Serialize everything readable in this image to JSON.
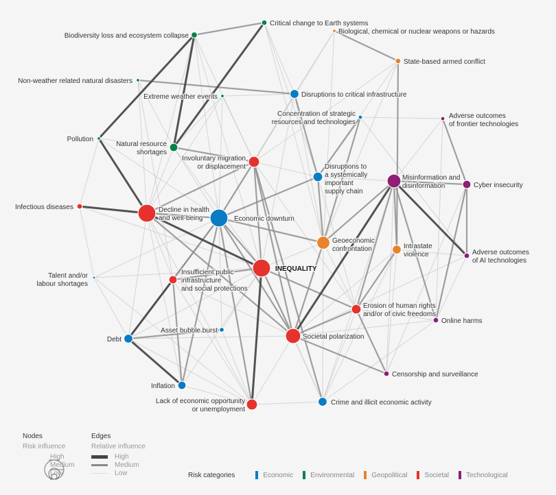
{
  "colors": {
    "Economic": "#0a7cc4",
    "Environmental": "#00844a",
    "Geopolitical": "#e8832a",
    "Societal": "#e5322d",
    "Technological": "#8e1f74"
  },
  "nodes": [
    {
      "id": 1,
      "label": [
        "Critical change to Earth systems"
      ],
      "category": "Environmental",
      "influence": "low"
    },
    {
      "id": 2,
      "label": [
        "Biological, chemical or nuclear weapons or hazards"
      ],
      "category": "Geopolitical",
      "influence": "low"
    },
    {
      "id": 3,
      "label": [
        "Biodiversity loss and ecosystem collapse"
      ],
      "category": "Environmental",
      "influence": "low"
    },
    {
      "id": 4,
      "label": [
        "State-based armed conflict"
      ],
      "category": "Geopolitical",
      "influence": "low"
    },
    {
      "id": 5,
      "label": [
        "Non-weather related natural disasters"
      ],
      "category": "Environmental",
      "influence": "low"
    },
    {
      "id": 6,
      "label": [
        "Extreme weather events"
      ],
      "category": "Environmental",
      "influence": "low"
    },
    {
      "id": 7,
      "label": [
        "Disruptions to critical infrastructure"
      ],
      "category": "Economic",
      "influence": "medium"
    },
    {
      "id": 8,
      "label": [
        "Concentration of strategic",
        "resources and technologies"
      ],
      "category": "Economic",
      "influence": "low"
    },
    {
      "id": 9,
      "label": [
        "Adverse outcomes",
        "of frontier technologies"
      ],
      "category": "Technological",
      "influence": "low"
    },
    {
      "id": 10,
      "label": [
        "Pollution"
      ],
      "category": "Environmental",
      "influence": "low"
    },
    {
      "id": 11,
      "label": [
        "Natural resource",
        "shortages"
      ],
      "category": "Environmental",
      "influence": "medium"
    },
    {
      "id": 12,
      "label": [
        "Involuntary migration",
        "or displacement"
      ],
      "category": "Societal",
      "influence": "medium"
    },
    {
      "id": 13,
      "label": [
        "Disruptions to",
        "a systemically",
        "important",
        "supply chain"
      ],
      "category": "Economic",
      "influence": "medium"
    },
    {
      "id": 14,
      "label": [
        "Misinformation and",
        "disinformation"
      ],
      "category": "Technological",
      "influence": "high"
    },
    {
      "id": 15,
      "label": [
        "Cyber insecurity"
      ],
      "category": "Technological",
      "influence": "medium"
    },
    {
      "id": 16,
      "label": [
        "Infectious diseases"
      ],
      "category": "Societal",
      "influence": "low"
    },
    {
      "id": 17,
      "label": [
        "Decline in health",
        "and well-being"
      ],
      "category": "Societal",
      "influence": "high"
    },
    {
      "id": 18,
      "label": [
        "Economic downturn"
      ],
      "category": "Economic",
      "influence": "high"
    },
    {
      "id": 19,
      "label": [
        "Geoeconomic",
        "confrontation"
      ],
      "category": "Geopolitical",
      "influence": "high"
    },
    {
      "id": 20,
      "label": [
        "Intrastate",
        "violence"
      ],
      "category": "Geopolitical",
      "influence": "medium"
    },
    {
      "id": 21,
      "label": [
        "Adverse outcomes",
        "of AI technologies"
      ],
      "category": "Technological",
      "influence": "low"
    },
    {
      "id": 22,
      "label": [
        "INEQUALITY"
      ],
      "category": "Societal",
      "influence": "high"
    },
    {
      "id": 23,
      "label": [
        "Talent and/or",
        "labour shortages"
      ],
      "category": "Economic",
      "influence": "low"
    },
    {
      "id": 24,
      "label": [
        "Insufficient public",
        "infrastructure",
        "and social protections"
      ],
      "category": "Societal",
      "influence": "medium"
    },
    {
      "id": 25,
      "label": [
        "Erosion of human rights",
        "and/or of civic freedoms"
      ],
      "category": "Societal",
      "influence": "medium"
    },
    {
      "id": 26,
      "label": [
        "Online harms"
      ],
      "category": "Technological",
      "influence": "low"
    },
    {
      "id": 27,
      "label": [
        "Asset bubble burst"
      ],
      "category": "Economic",
      "influence": "low"
    },
    {
      "id": 28,
      "label": [
        "Debt"
      ],
      "category": "Economic",
      "influence": "medium"
    },
    {
      "id": 29,
      "label": [
        "Societal polarization"
      ],
      "category": "Societal",
      "influence": "high"
    },
    {
      "id": 30,
      "label": [
        "Censorship and surveillance"
      ],
      "category": "Technological",
      "influence": "low"
    },
    {
      "id": 31,
      "label": [
        "Inflation"
      ],
      "category": "Economic",
      "influence": "medium"
    },
    {
      "id": 32,
      "label": [
        "Lack of economic opportunity",
        "or unemployment"
      ],
      "category": "Societal",
      "influence": "medium"
    },
    {
      "id": 33,
      "label": [
        "Crime and illicit economic activity"
      ],
      "category": "Economic",
      "influence": "medium"
    }
  ],
  "edges": [
    [
      16,
      17,
      3
    ],
    [
      10,
      17,
      3
    ],
    [
      3,
      10,
      3
    ],
    [
      3,
      11,
      3
    ],
    [
      1,
      11,
      3
    ],
    [
      1,
      3,
      2
    ],
    [
      14,
      15,
      2
    ],
    [
      14,
      21,
      3
    ],
    [
      14,
      29,
      3
    ],
    [
      28,
      31,
      3
    ],
    [
      28,
      24,
      3
    ],
    [
      22,
      32,
      3
    ],
    [
      17,
      22,
      3
    ],
    [
      18,
      22,
      2
    ],
    [
      2,
      4,
      2
    ],
    [
      15,
      21,
      2
    ],
    [
      15,
      26,
      2
    ],
    [
      17,
      18,
      2
    ],
    [
      17,
      29,
      2
    ],
    [
      18,
      29,
      2
    ],
    [
      18,
      32,
      2
    ],
    [
      18,
      28,
      2
    ],
    [
      18,
      31,
      2
    ],
    [
      18,
      24,
      2
    ],
    [
      18,
      12,
      2
    ],
    [
      18,
      19,
      2
    ],
    [
      18,
      13,
      2
    ],
    [
      12,
      22,
      2
    ],
    [
      12,
      29,
      2
    ],
    [
      12,
      17,
      2
    ],
    [
      12,
      33,
      2
    ],
    [
      11,
      12,
      2
    ],
    [
      11,
      17,
      1
    ],
    [
      3,
      17,
      1
    ],
    [
      14,
      20,
      2
    ],
    [
      14,
      25,
      2
    ],
    [
      14,
      19,
      2
    ],
    [
      14,
      30,
      1
    ],
    [
      14,
      26,
      2
    ],
    [
      14,
      33,
      1
    ],
    [
      20,
      25,
      2
    ],
    [
      20,
      30,
      1
    ],
    [
      20,
      33,
      1
    ],
    [
      19,
      29,
      2
    ],
    [
      19,
      25,
      1
    ],
    [
      13,
      19,
      2
    ],
    [
      7,
      13,
      2
    ],
    [
      7,
      19,
      1
    ],
    [
      8,
      19,
      2
    ],
    [
      8,
      13,
      2
    ],
    [
      4,
      20,
      2
    ],
    [
      4,
      13,
      1
    ],
    [
      4,
      19,
      1
    ],
    [
      22,
      29,
      2
    ],
    [
      22,
      25,
      2
    ],
    [
      22,
      24,
      2
    ],
    [
      22,
      28,
      1
    ],
    [
      22,
      33,
      1
    ],
    [
      22,
      31,
      1
    ],
    [
      22,
      27,
      1
    ],
    [
      29,
      25,
      2
    ],
    [
      29,
      30,
      2
    ],
    [
      29,
      33,
      1
    ],
    [
      29,
      32,
      1
    ],
    [
      29,
      26,
      1
    ],
    [
      29,
      28,
      1
    ],
    [
      25,
      30,
      2
    ],
    [
      25,
      33,
      1
    ],
    [
      24,
      31,
      2
    ],
    [
      27,
      28,
      2
    ],
    [
      27,
      32,
      1
    ],
    [
      28,
      32,
      1
    ],
    [
      31,
      32,
      1
    ],
    [
      32,
      33,
      1
    ],
    [
      5,
      7,
      2
    ],
    [
      5,
      11,
      1
    ],
    [
      5,
      17,
      1
    ],
    [
      6,
      11,
      1
    ],
    [
      6,
      7,
      1
    ],
    [
      6,
      12,
      1
    ],
    [
      6,
      17,
      1
    ],
    [
      1,
      7,
      1
    ],
    [
      1,
      13,
      1
    ],
    [
      2,
      7,
      1
    ],
    [
      2,
      19,
      1
    ],
    [
      2,
      12,
      1
    ],
    [
      3,
      12,
      1
    ],
    [
      3,
      22,
      1
    ],
    [
      7,
      18,
      1
    ],
    [
      7,
      22,
      1
    ],
    [
      8,
      9,
      1
    ],
    [
      8,
      21,
      1
    ],
    [
      9,
      15,
      2
    ],
    [
      9,
      14,
      1
    ],
    [
      9,
      26,
      1
    ],
    [
      10,
      16,
      1
    ],
    [
      10,
      18,
      1
    ],
    [
      10,
      11,
      1
    ],
    [
      16,
      18,
      1
    ],
    [
      16,
      22,
      1
    ],
    [
      16,
      23,
      1
    ],
    [
      23,
      22,
      1
    ],
    [
      23,
      28,
      1
    ],
    [
      23,
      18,
      1
    ],
    [
      23,
      32,
      1
    ],
    [
      24,
      29,
      1
    ],
    [
      24,
      17,
      1
    ],
    [
      24,
      32,
      1
    ],
    [
      17,
      28,
      1
    ],
    [
      17,
      31,
      1
    ],
    [
      17,
      32,
      1
    ],
    [
      18,
      27,
      1
    ],
    [
      12,
      13,
      1
    ],
    [
      12,
      25,
      1
    ],
    [
      13,
      14,
      1
    ],
    [
      13,
      25,
      1
    ],
    [
      15,
      26,
      1
    ],
    [
      15,
      30,
      1
    ],
    [
      21,
      26,
      1
    ],
    [
      21,
      29,
      1
    ],
    [
      21,
      20,
      1
    ],
    [
      26,
      25,
      1
    ],
    [
      26,
      33,
      1
    ],
    [
      19,
      22,
      1
    ],
    [
      19,
      33,
      1
    ],
    [
      20,
      29,
      1
    ],
    [
      11,
      22,
      1
    ],
    [
      11,
      18,
      1
    ],
    [
      6,
      18,
      1
    ],
    [
      5,
      24,
      1
    ],
    [
      1,
      19,
      1
    ],
    [
      3,
      18,
      1
    ],
    [
      4,
      12,
      1
    ],
    [
      7,
      12,
      1
    ]
  ],
  "legend": {
    "nodes_title": "Nodes",
    "nodes_subtitle": "Risk influence",
    "edges_title": "Edges",
    "edges_subtitle": "Relative influence",
    "levels": [
      "High",
      "Medium",
      "Low"
    ],
    "categories_title": "Risk categories",
    "categories": [
      "Economic",
      "Environmental",
      "Geopolitical",
      "Societal",
      "Technological"
    ]
  }
}
